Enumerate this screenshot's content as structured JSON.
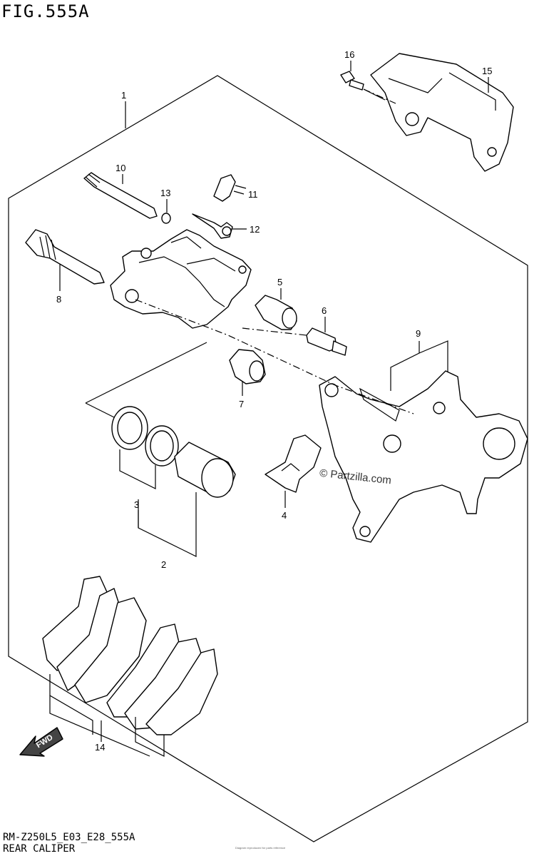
{
  "figure": {
    "title": "FIG.555A",
    "code": "RM-Z250L5_E03_E28_555A",
    "name": "REAR CALIPER",
    "watermark": "© Partzilla.com",
    "fine_print": "Diagram reproduced for parts reference"
  },
  "callouts": [
    {
      "id": "1",
      "label": "1"
    },
    {
      "id": "2",
      "label": "2"
    },
    {
      "id": "3",
      "label": "3"
    },
    {
      "id": "4",
      "label": "4"
    },
    {
      "id": "5",
      "label": "5"
    },
    {
      "id": "6",
      "label": "6"
    },
    {
      "id": "7",
      "label": "7"
    },
    {
      "id": "8",
      "label": "8"
    },
    {
      "id": "9",
      "label": "9"
    },
    {
      "id": "10",
      "label": "10"
    },
    {
      "id": "11",
      "label": "11"
    },
    {
      "id": "12",
      "label": "12"
    },
    {
      "id": "13",
      "label": "13"
    },
    {
      "id": "14",
      "label": "14"
    },
    {
      "id": "15",
      "label": "15"
    },
    {
      "id": "16",
      "label": "16"
    }
  ],
  "direction_arrow": {
    "label": "FWD",
    "icon": "forward-arrow-icon"
  }
}
